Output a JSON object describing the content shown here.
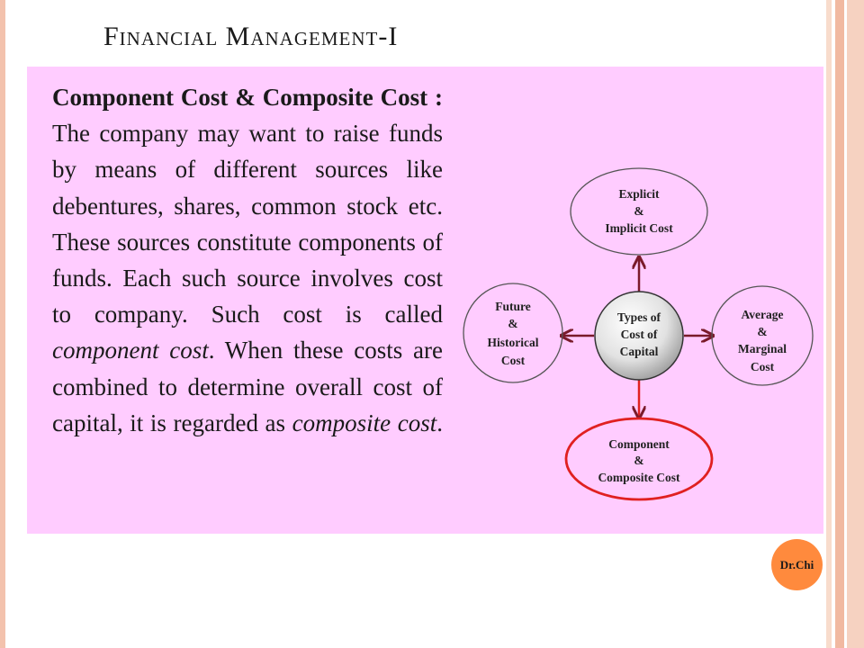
{
  "slide": {
    "title": "Financial Management-I",
    "badge": "Dr.Chi"
  },
  "content": {
    "heading_bold": "Component Cost & Composite Cost :",
    "text_part1": " The company may want to raise funds by means of different sources like debentures, shares, common stock etc. These sources constitute components of funds. Each such source involves cost to company. Such cost is called ",
    "italic1": "component cost",
    "text_part2": ". When these  costs are combined  to determine overall cost of capital, it is regarded as ",
    "italic2": "composite cost",
    "text_part3": "."
  },
  "diagram": {
    "center": [
      "Types of",
      "Cost of",
      "Capital"
    ],
    "top": [
      "Explicit",
      "&",
      "Implicit Cost"
    ],
    "left": [
      "Future",
      "&",
      "Historical",
      "Cost"
    ],
    "right": [
      "Average",
      "&",
      "Marginal",
      "Cost"
    ],
    "bottom": [
      "Component",
      "&",
      "Composite Cost"
    ],
    "colors": {
      "arrow": "#7a1a2a",
      "highlight": "#e02020",
      "node_outline": "#555555",
      "center_fill": "#d8d8d8"
    }
  }
}
